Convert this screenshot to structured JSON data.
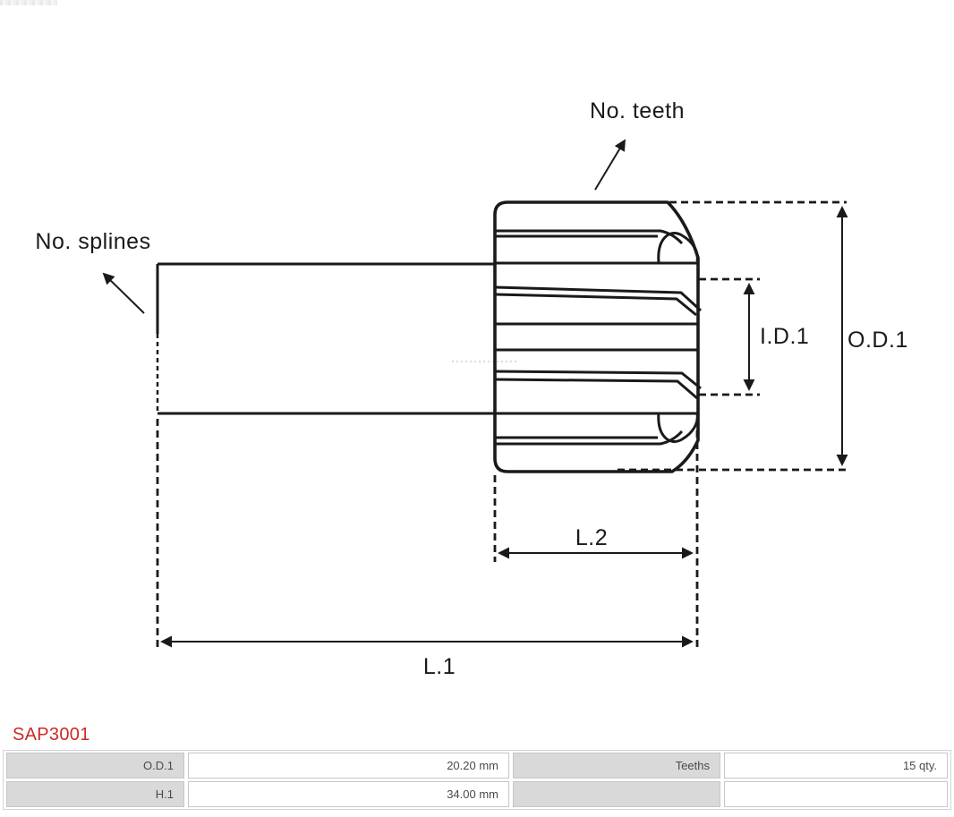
{
  "page": {
    "background": "#ffffff"
  },
  "diagram": {
    "line_color": "#1a1a1a",
    "labels": {
      "no_teeth": "No. teeth",
      "no_splines": "No. splines",
      "id1": "I.D.1",
      "od1": "O.D.1",
      "l2": "L.2",
      "l1": "L.1"
    }
  },
  "part": {
    "code": "SAP3001",
    "code_color": "#cb2a26"
  },
  "spec_table": {
    "label_bg": "#d9d9d9",
    "text_color": "#4a4a4a",
    "rows": [
      {
        "label1": "O.D.1",
        "value1": "20.20 mm",
        "label2": "Teeths",
        "value2": "15 qty."
      },
      {
        "label1": "H.1",
        "value1": "34.00 mm",
        "label2": "",
        "value2": ""
      }
    ]
  }
}
